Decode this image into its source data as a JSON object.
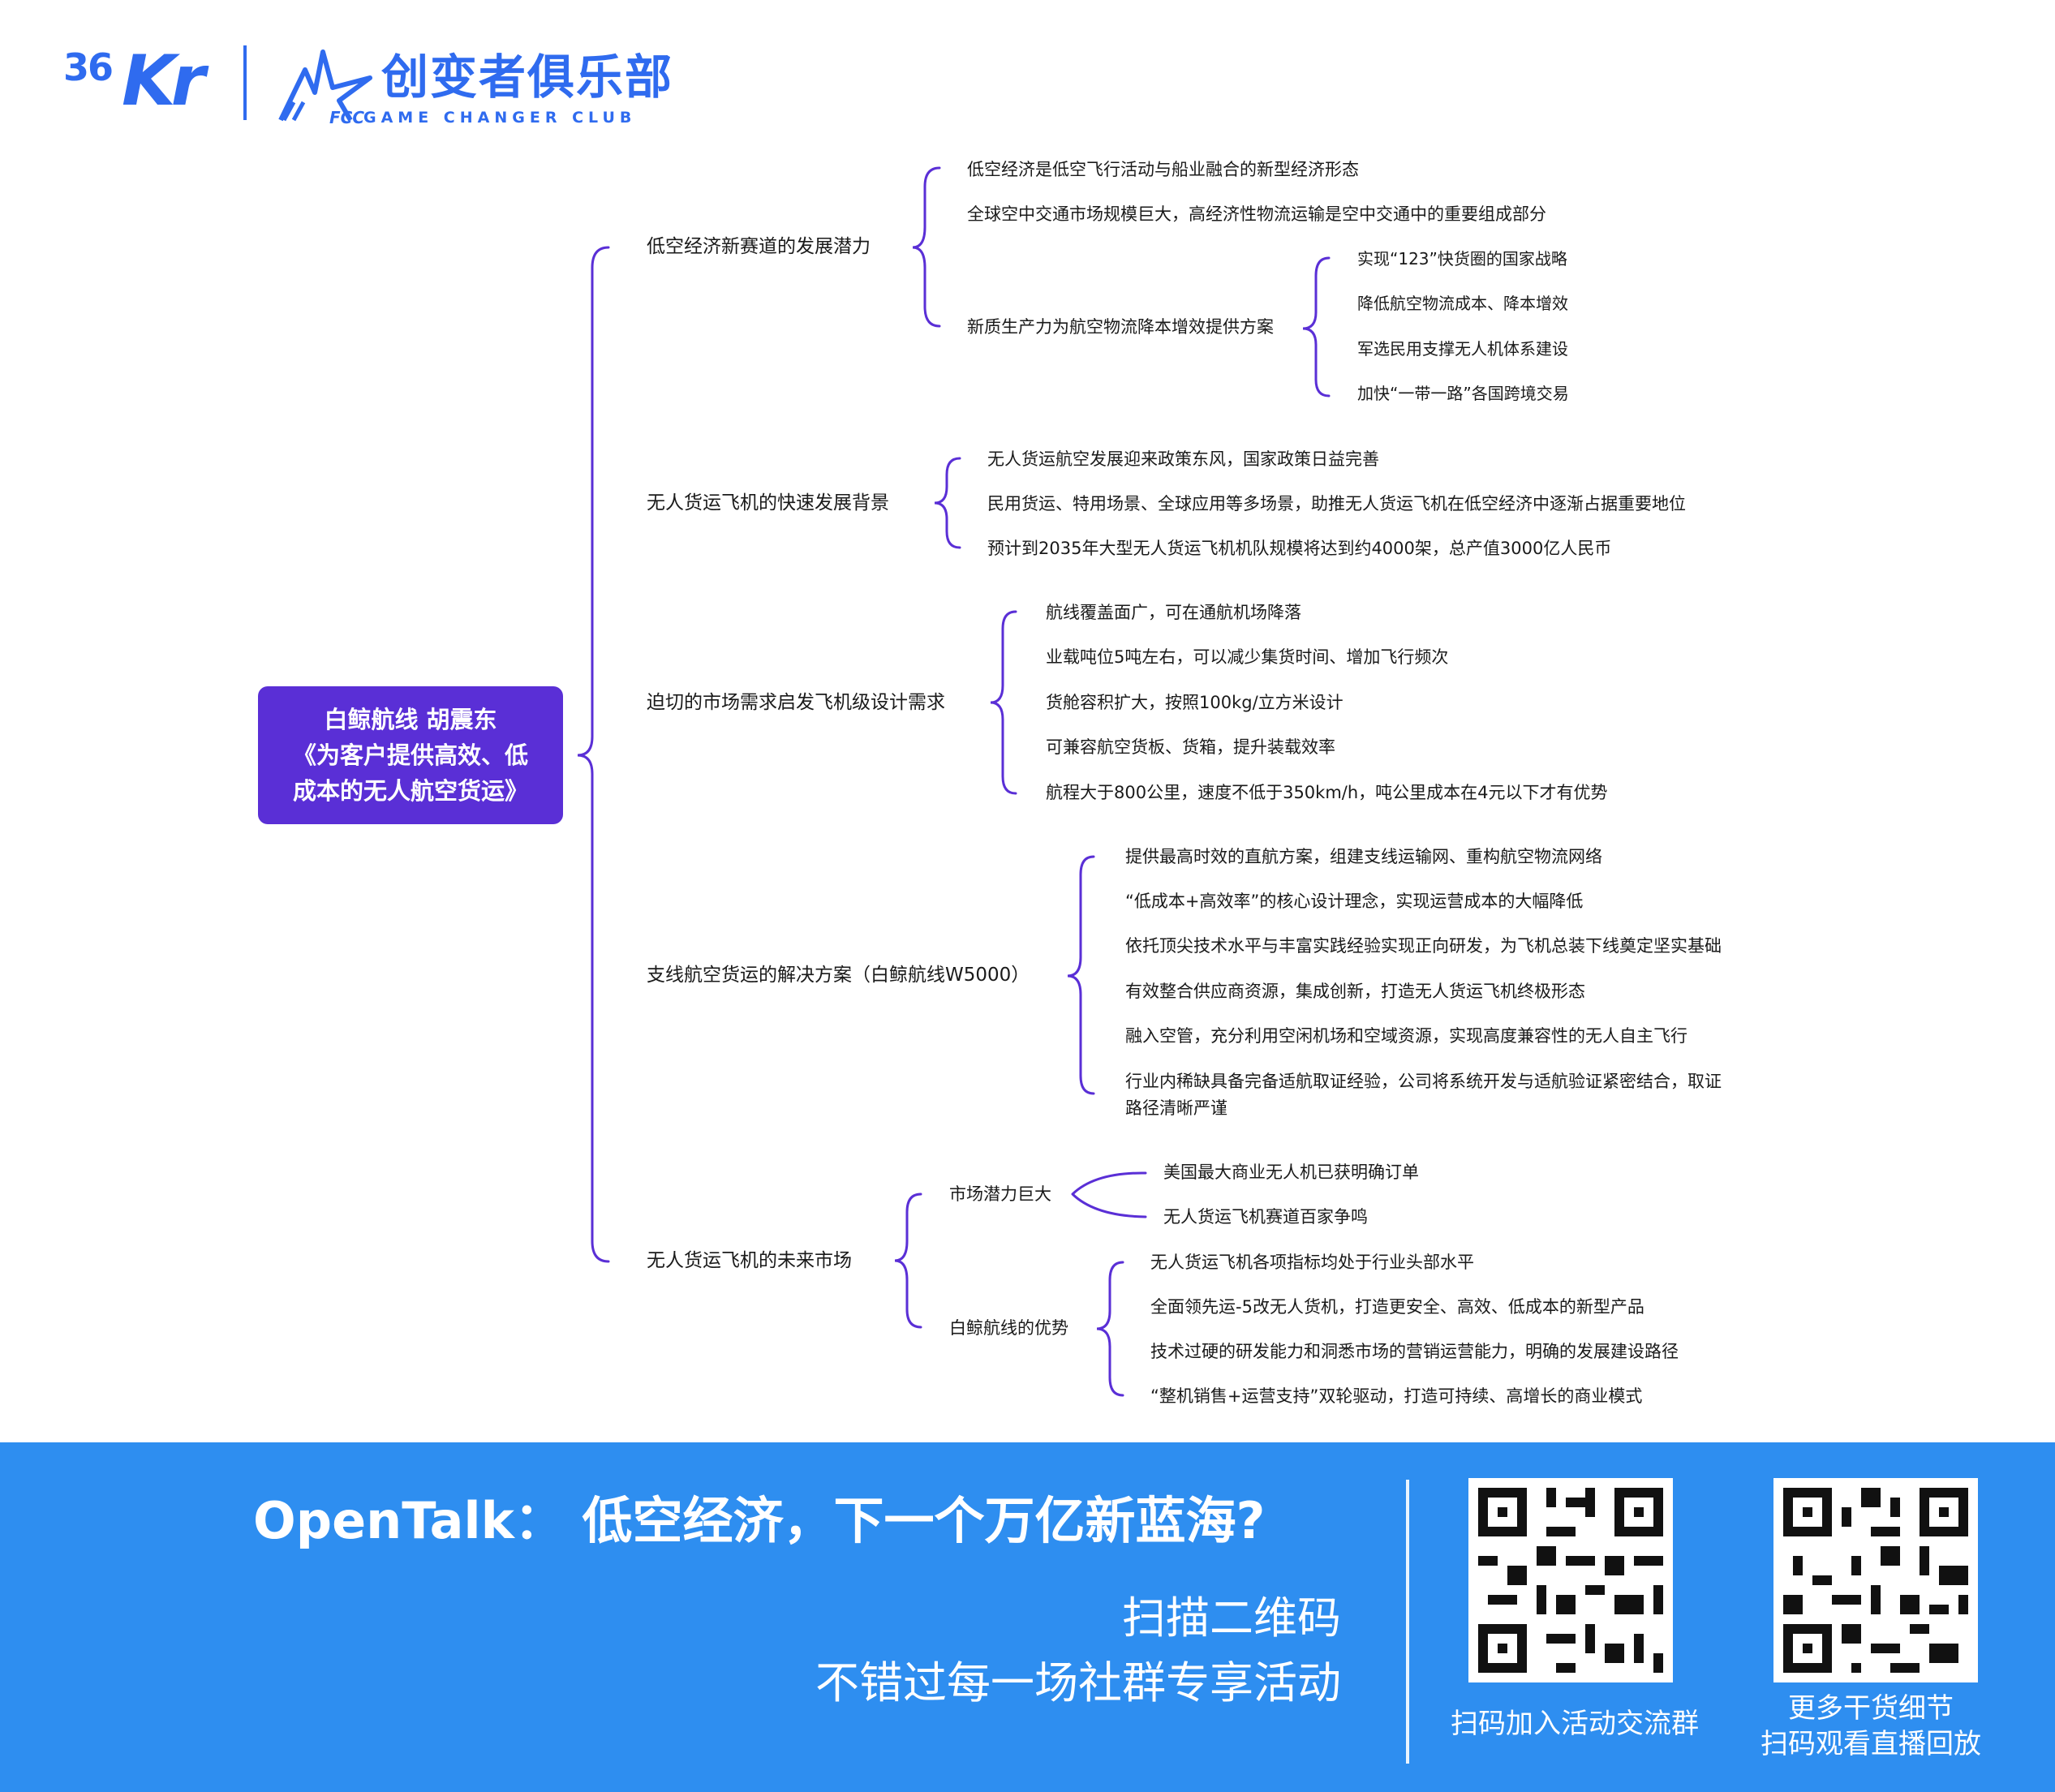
{
  "header": {
    "logo_36kr_num": "36",
    "logo_36kr_kr": "Kr",
    "club_logo_mark": "FCC",
    "club_name": "创变者俱乐部",
    "club_sub": "GAME CHANGER CLUB"
  },
  "mindmap": {
    "root": {
      "line1": "白鲸航线  胡震东",
      "line2": "《为客户提供高效、低",
      "line3": "成本的无人航空货运》"
    },
    "branches": [
      {
        "label": "低空经济新赛道的发展潜力",
        "children": [
          {
            "label": "低空经济是低空飞行活动与船业融合的新型经济形态"
          },
          {
            "label": "全球空中交通市场规模巨大，高经济性物流运输是空中交通中的重要组成部分"
          },
          {
            "label": "新质生产力为航空物流降本增效提供方案",
            "children": [
              {
                "label": "实现“123”快货圈的国家战略"
              },
              {
                "label": "降低航空物流成本、降本增效"
              },
              {
                "label": "军选民用支撑无人机体系建设"
              },
              {
                "label": "加快“一带一路”各国跨境交易"
              }
            ]
          }
        ]
      },
      {
        "label": "无人货运飞机的快速发展背景",
        "children": [
          {
            "label": "无人货运航空发展迎来政策东风，国家政策日益完善"
          },
          {
            "label": "民用货运、特用场景、全球应用等多场景，助推无人货运飞机在低空经济中逐渐占据重要地位"
          },
          {
            "label": "预计到2035年大型无人货运飞机机队规模将达到约4000架，总产值3000亿人民币"
          }
        ]
      },
      {
        "label": "迫切的市场需求启发飞机级设计需求",
        "children": [
          {
            "label": "航线覆盖面广，可在通航机场降落"
          },
          {
            "label": "业载吨位5吨左右，可以减少集货时间、增加飞行频次"
          },
          {
            "label": "货舱容积扩大，按照100kg/立方米设计"
          },
          {
            "label": "可兼容航空货板、货箱，提升装载效率"
          },
          {
            "label": "航程大于800公里，速度不低于350km/h，吨公里成本在4元以下才有优势"
          }
        ]
      },
      {
        "label": "支线航空货运的解决方案（白鲸航线W5000）",
        "children": [
          {
            "label": "提供最高时效的直航方案，组建支线运输网、重构航空物流网络"
          },
          {
            "label": "“低成本+高效率”的核心设计理念，实现运营成本的大幅降低"
          },
          {
            "label": "依托顶尖技术水平与丰富实践经验实现正向研发，为飞机总装下线奠定坚实基础"
          },
          {
            "label": "有效整合供应商资源，集成创新，打造无人货运飞机终极形态"
          },
          {
            "label": "融入空管，充分利用空闲机场和空域资源，实现高度兼容性的无人自主飞行"
          },
          {
            "label": "行业内稀缺具备完备适航取证经验，公司将系统开发与适航验证紧密结合，取证",
            "label2": "路径清晰严谨"
          }
        ]
      },
      {
        "label": "无人货运飞机的未来市场",
        "children": [
          {
            "label": "市场潜力巨大",
            "children": [
              {
                "label": "美国最大商业无人机已获明确订单"
              },
              {
                "label": "无人货运飞机赛道百家争鸣"
              }
            ]
          },
          {
            "label": "白鲸航线的优势",
            "children": [
              {
                "label": "无人货运飞机各项指标均处于行业头部水平"
              },
              {
                "label": "全面领先运-5改无人货机，打造更安全、高效、低成本的新型产品"
              },
              {
                "label": "技术过硬的研发能力和洞悉市场的营销运营能力，明确的发展建设路径"
              },
              {
                "label": "“整机销售+运营支持”双轮驱动，打造可持续、高增长的商业模式"
              }
            ]
          }
        ]
      }
    ]
  },
  "banner": {
    "title": "OpenTalk：  低空经济，下一个万亿新蓝海?",
    "line1": "扫描二维码",
    "line2": "不错过每一场社群专享活动",
    "qr1_caption": "扫码加入活动交流群",
    "qr2_caption1": "更多干货细节",
    "qr2_caption2": "扫码观看直播回放"
  },
  "colors": {
    "accent": "#5a2fd6",
    "brand_blue": "#2f6bef",
    "banner_blue": "#2e8ef0"
  }
}
